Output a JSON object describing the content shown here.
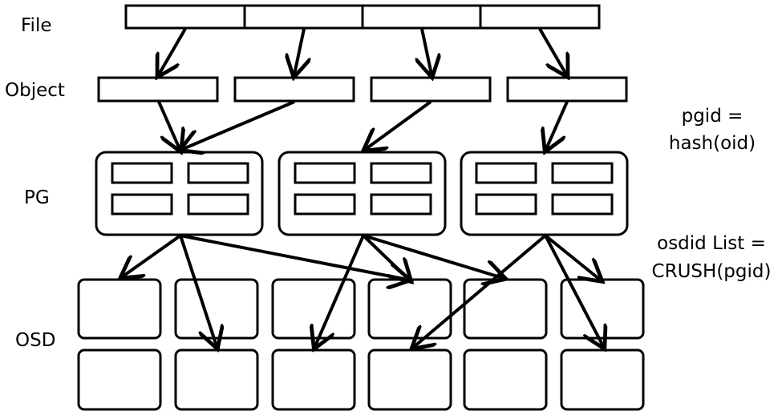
{
  "labels": {
    "file": "File",
    "object": "Object",
    "pg": "PG",
    "osd": "OSD"
  },
  "formulas": {
    "pgid_line1": "pgid =",
    "pgid_line2": "hash(oid)",
    "crush_line1": "osdid List =",
    "crush_line2": "CRUSH(pgid)"
  },
  "counts": {
    "file_segments": 4,
    "objects": 4,
    "pgs": 3,
    "objects_per_pg": 4,
    "osds": 12
  },
  "mappings": {
    "file_to_object": [
      [
        0,
        0
      ],
      [
        1,
        1
      ],
      [
        2,
        2
      ],
      [
        3,
        3
      ]
    ],
    "object_to_pg": [
      [
        0,
        0
      ],
      [
        1,
        0
      ],
      [
        2,
        1
      ],
      [
        3,
        2
      ]
    ],
    "pg_to_osd": [
      [
        0,
        0
      ],
      [
        0,
        7
      ],
      [
        0,
        3
      ],
      [
        0,
        4
      ],
      [
        1,
        8
      ],
      [
        1,
        3
      ],
      [
        2,
        9
      ],
      [
        2,
        5
      ],
      [
        2,
        11
      ]
    ]
  },
  "colors": {
    "stroke": "#000000",
    "background": "#ffffff"
  }
}
